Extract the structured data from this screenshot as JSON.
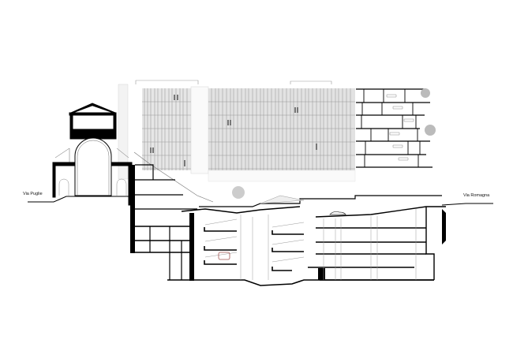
{
  "drawing": {
    "type": "architectural-section",
    "background": "#ffffff",
    "line_color": "#000000",
    "facade_gray": "#bdbdbd",
    "accent_car_color": "#a0524f"
  },
  "labels": {
    "left_street": "Via Puglie",
    "right_street": "Via Romagna"
  },
  "elements": {
    "church": "domed-church-section",
    "office_block": "slatted-facade-elevation",
    "residential_tower": "stacked-floors-section-with-terraces",
    "parking": "underground-spiral-ramps",
    "plaza": "sunken-courtyard-with-tree"
  }
}
